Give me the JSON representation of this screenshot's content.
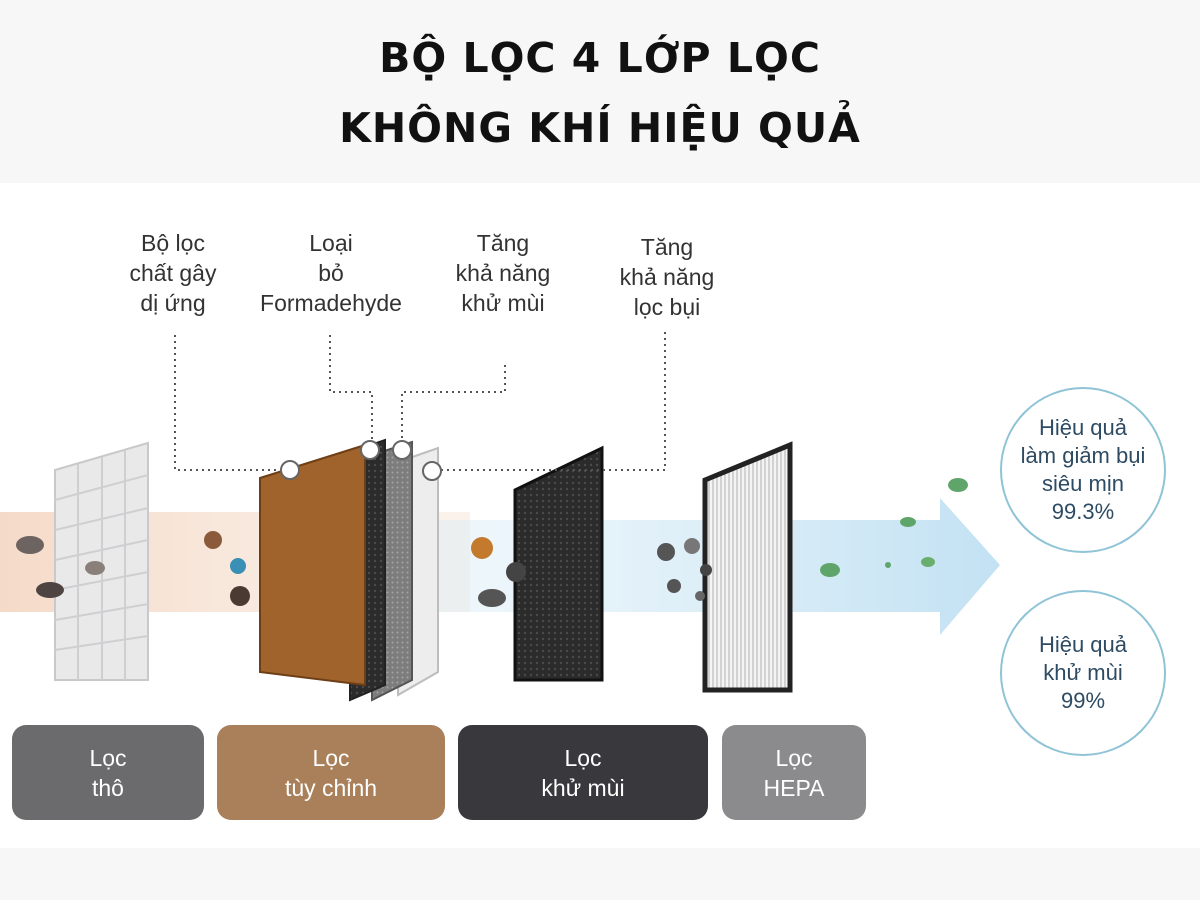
{
  "header": {
    "title_line1": "BỘ LỌC 4 LỚP LỌC",
    "title_line2": "KHÔNG KHÍ HIỆU QUẢ"
  },
  "callouts": [
    {
      "line1": "Bộ lọc",
      "line2": "chất gây",
      "line3": "dị ứng"
    },
    {
      "line1": "Loại",
      "line2": "bỏ",
      "line3": "Formadehyde"
    },
    {
      "line1": "Tăng",
      "line2": "khả năng",
      "line3": "khử mùi"
    },
    {
      "line1": "Tăng",
      "line2": "khả năng",
      "line3": "lọc bụi"
    }
  ],
  "results": [
    {
      "line1": "Hiệu quả",
      "line2": "làm giảm bụi",
      "line3": "siêu mịn",
      "line4": "99.3%"
    },
    {
      "line1": "Hiệu quả",
      "line2": "khử mùi",
      "line3": "99%"
    }
  ],
  "tabs": [
    {
      "line1": "Lọc",
      "line2": "thô",
      "color": "#6b6b6d"
    },
    {
      "line1": "Lọc",
      "line2": "tùy chỉnh",
      "color": "#a9805a"
    },
    {
      "line1": "Lọc",
      "line2": "khử mùi",
      "color": "#39393d"
    },
    {
      "line1": "Lọc",
      "line2": "HEPA",
      "color": "#8b8b8e"
    }
  ],
  "colors": {
    "arrow": "#d7ecf6",
    "custom_filter": "#a0632b",
    "carbon_filter": "#2a2a2a"
  }
}
